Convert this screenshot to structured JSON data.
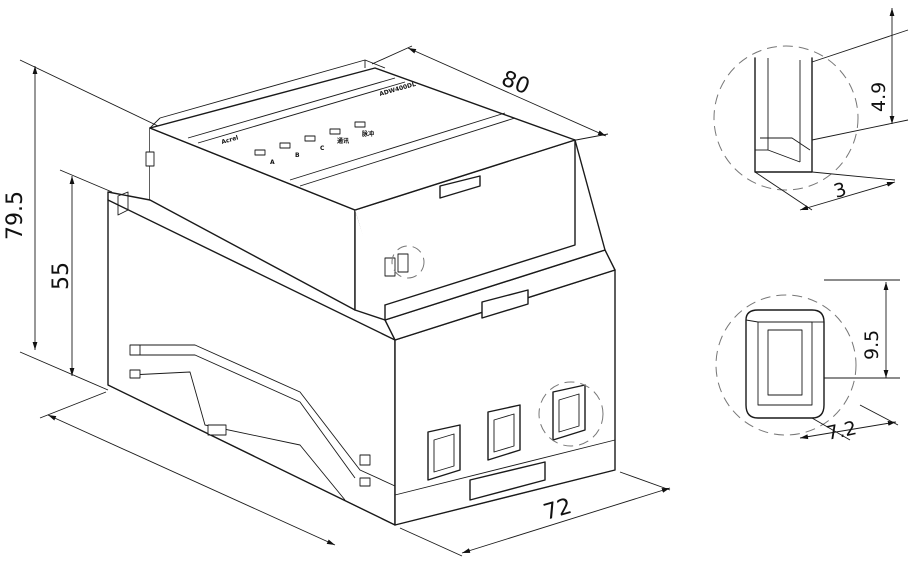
{
  "product": {
    "brand_label": "Acrel",
    "model_label": "ADW400DL",
    "led_labels": [
      "A",
      "B",
      "C",
      "通讯",
      "脉冲"
    ]
  },
  "dimensions": {
    "total_height": "79.5",
    "body_height": "55",
    "depth": "80",
    "width": "72",
    "slot_top_height": "4.9",
    "slot_top_width": "3",
    "slot_bottom_height": "9.5",
    "slot_bottom_width": "7.2"
  }
}
